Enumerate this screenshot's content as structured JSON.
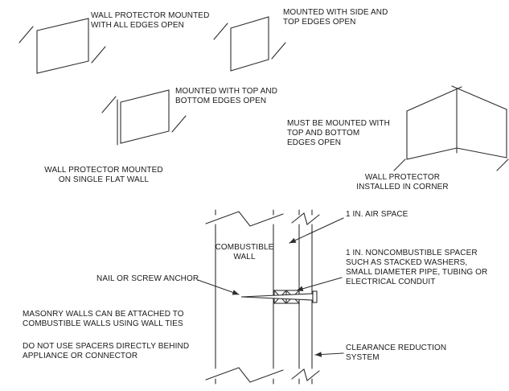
{
  "colors": {
    "background": "#ffffff",
    "line": "#2e2e2e",
    "text": "#1a1a1a"
  },
  "labels": {
    "all_edges": "WALL PROTECTOR MOUNTED\nWITH ALL EDGES OPEN",
    "side_top": "MOUNTED WITH SIDE AND\nTOP EDGES OPEN",
    "top_bottom": "MOUNTED WITH TOP AND\nBOTTOM EDGES OPEN",
    "single_flat": "WALL PROTECTOR MOUNTED\nON SINGLE FLAT WALL",
    "corner_requirement": "MUST BE MOUNTED WITH\nTOP AND BOTTOM\nEDGES OPEN",
    "corner_installed": "WALL PROTECTOR\nINSTALLED IN CORNER",
    "air_space": "1 IN. AIR SPACE",
    "combustible_wall": "COMBUSTIBLE\nWALL",
    "noncombustible_spacer": "1 IN. NONCOMBUSTIBLE SPACER\nSUCH AS STACKED WASHERS,\nSMALL DIAMETER PIPE, TUBING OR\nELECTRICAL CONDUIT",
    "nail_anchor": "NAIL OR SCREW ANCHOR",
    "masonry_note": "MASONRY WALLS CAN BE ATTACHED TO\nCOMBUSTIBLE WALLS USING WALL TIES",
    "spacer_warning": "DO NOT USE SPACERS DIRECTLY BEHIND\nAPPLIANCE OR CONNECTOR",
    "clearance_system": "CLEARANCE REDUCTION\nSYSTEM"
  }
}
